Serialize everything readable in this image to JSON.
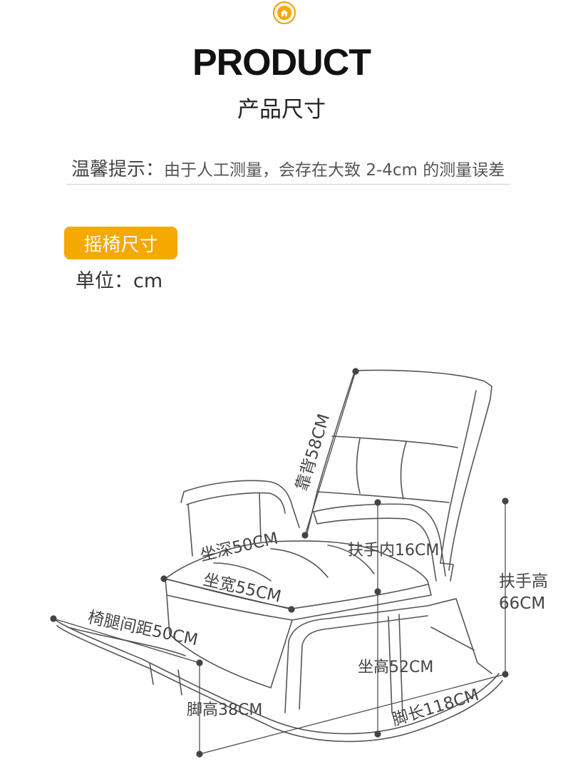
{
  "header": {
    "icon": "home-icon",
    "accent_color": "#f5a800",
    "title": "PRODUCT",
    "subtitle": "产品尺寸"
  },
  "tip": {
    "lead": "温馨提示：",
    "text": "由于人工测量，会存在大致 2-4cm 的测量误差"
  },
  "section": {
    "tag": "摇椅尺寸",
    "unit": "单位：cm"
  },
  "dimensions": {
    "backrest": "靠背58CM",
    "seat_depth": "坐深50CM",
    "seat_width": "坐宽55CM",
    "armrest_inner": "扶手内16CM",
    "armrest_height_line1": "扶手高",
    "armrest_height_line2": "66CM",
    "leg_spacing": "椅腿间距50CM",
    "seat_height": "坐高52CM",
    "foot_height": "脚高38CM",
    "foot_length": "脚长118CM"
  }
}
